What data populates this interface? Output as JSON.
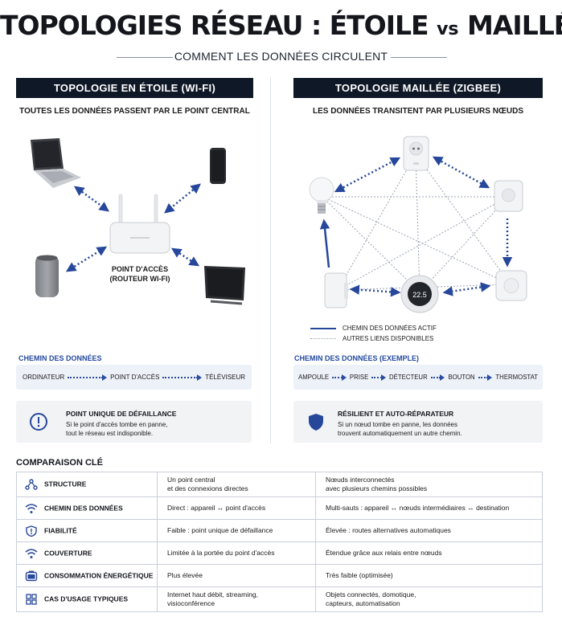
{
  "title": {
    "main": "TOPOLOGIES RÉSEAU : ÉTOILE",
    "vs": "vs",
    "end": "MAILLÉE"
  },
  "subtitle": "COMMENT LES DONNÉES CIRCULENT",
  "star": {
    "header": "TOPOLOGIE EN ÉTOILE (WI-FI)",
    "subtitle": "TOUTES LES DONNÉES PASSENT PAR LE POINT CENTRAL",
    "ap_label_1": "POINT D'ACCÈS",
    "ap_label_2": "(ROUTEUR WI-FI)",
    "path_title": "CHEMIN DES DONNÉES",
    "path": [
      "ORDINATEUR",
      "POINT D'ACCÈS",
      "TÉLÉVISEUR"
    ],
    "note_title": "POINT UNIQUE DE DÉFAILLANCE",
    "note_line_1": "Si le point d'accès tombe en panne,",
    "note_line_2": "tout le réseau est indisponible."
  },
  "mesh": {
    "header": "TOPOLOGIE MAILLÉE (ZIGBEE)",
    "subtitle": "LES DONNÉES TRANSITENT PAR PLUSIEURS NŒUDS",
    "thermostat_display": "22.5",
    "legend_active": "CHEMIN DES DONNÉES ACTIF",
    "legend_other": "AUTRES LIENS DISPONIBLES",
    "path_title": "CHEMIN DES DONNÉES (EXEMPLE)",
    "path": [
      "AMPOULE",
      "PRISE",
      "DÉTECTEUR",
      "BOUTON",
      "THERMOSTAT"
    ],
    "note_title": "RÉSILIENT ET AUTO-RÉPARATEUR",
    "note_line_1": "Si un nœud tombe en panne, les données",
    "note_line_2": "trouvent automatiquement un autre chemin."
  },
  "comparison": {
    "title": "COMPARAISON CLÉ",
    "rows": [
      {
        "icon": "network-structure-icon",
        "label": "STRUCTURE",
        "star_1": "Un point central",
        "star_2": "et des connexions directes",
        "mesh_1": "Nœuds interconnectés",
        "mesh_2": "avec plusieurs chemins possibles"
      },
      {
        "icon": "wifi-icon",
        "label": "CHEMIN DES DONNÉES",
        "star_1": "Direct : appareil ↔ point d'accès",
        "star_2": "",
        "mesh_1": "Multi-sauts : appareil ↔ nœuds intermédiaires ↔ destination",
        "mesh_2": ""
      },
      {
        "icon": "shield-alert-icon",
        "label": "FIABILITÉ",
        "star_1": "Faible : point unique de défaillance",
        "star_2": "",
        "mesh_1": "Élevée : routes alternatives automatiques",
        "mesh_2": ""
      },
      {
        "icon": "wifi-icon",
        "label": "COUVERTURE",
        "star_1": "Limitée à la portée du point d'accès",
        "star_2": "",
        "mesh_1": "Étendue grâce aux relais entre nœuds",
        "mesh_2": ""
      },
      {
        "icon": "battery-icon",
        "label": "CONSOMMATION ÉNERGÉTIQUE",
        "star_1": "Plus élevée",
        "star_2": "",
        "mesh_1": "Très faible (optimisée)",
        "mesh_2": ""
      },
      {
        "icon": "grid-icon",
        "label": "CAS D'USAGE TYPIQUES",
        "star_1": "Internet haut débit, streaming,",
        "star_2": "visioconférence",
        "mesh_1": "Objets connectés, domotique,",
        "mesh_2": "capteurs, automatisation"
      }
    ]
  },
  "colors": {
    "accent": "#26479a",
    "header_bg": "#0f1826",
    "panel_bg": "#edf1f8",
    "note_bg": "#f2f3f5"
  }
}
